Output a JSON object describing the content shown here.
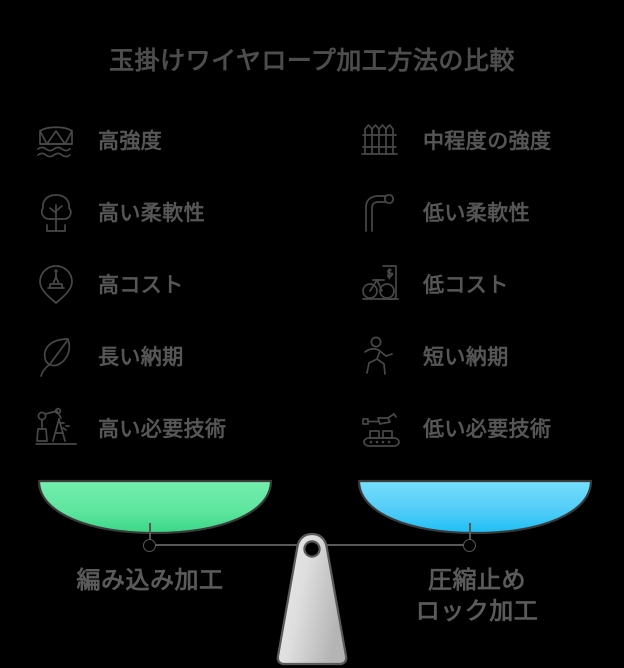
{
  "title": "玉掛けワイヤロープ加工方法の比較",
  "colors": {
    "background": "#000000",
    "title_text": "#4d4d4d",
    "label_text": "#565656",
    "caption_text": "#5a5a5a",
    "icon_stroke": "#484848",
    "left_pan_top": "#6FEDAA",
    "left_pan_bottom": "#3ED98A",
    "right_pan_top": "#6FDCFA",
    "right_pan_bottom": "#1FC2F5",
    "pan_outline": "#3a3a3a",
    "beam": "#585858",
    "fulcrum_light": "#e2e2e2",
    "fulcrum_dark": "#b9b9b9"
  },
  "left": {
    "caption": "編み込み加工",
    "pan_color": "#3ED98A",
    "items": [
      {
        "icon": "bridge-icon",
        "label": "高強度"
      },
      {
        "icon": "tree-icon",
        "label": "高い柔軟性"
      },
      {
        "icon": "location-pin-icon",
        "label": "高コスト"
      },
      {
        "icon": "leaf-icon",
        "label": "長い納期"
      },
      {
        "icon": "robot-arm-icon",
        "label": "高い必要技術"
      }
    ]
  },
  "right": {
    "caption_line1": "圧縮止め",
    "caption_line2": "ロック加工",
    "pan_color": "#1FC2F5",
    "items": [
      {
        "icon": "fence-icon",
        "label": "中程度の強度"
      },
      {
        "icon": "bent-pipe-icon",
        "label": "低い柔軟性"
      },
      {
        "icon": "bicycle-price-icon",
        "label": "低コスト"
      },
      {
        "icon": "running-person-icon",
        "label": "短い納期"
      },
      {
        "icon": "conveyor-robot-icon",
        "label": "低い必要技術"
      }
    ]
  }
}
